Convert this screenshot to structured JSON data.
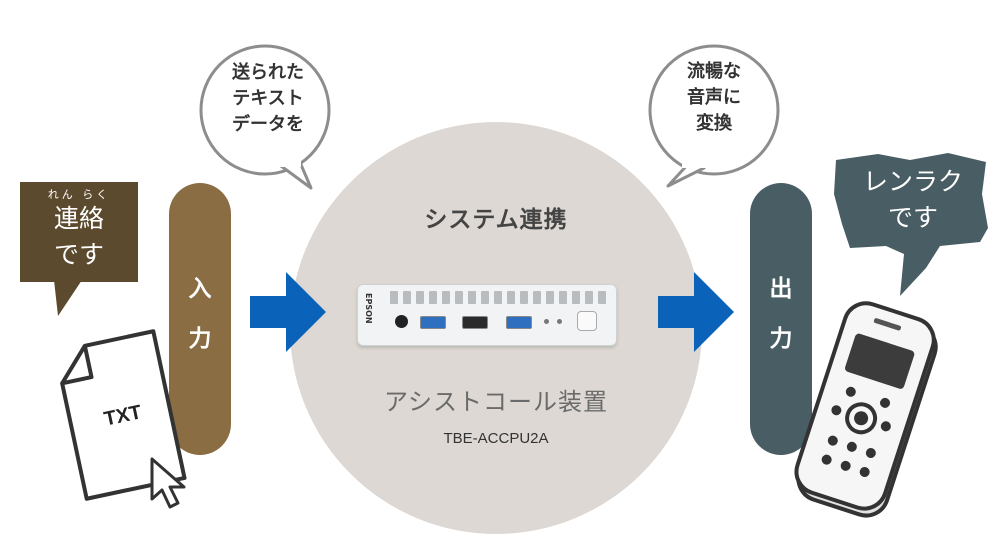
{
  "diagram": {
    "center": {
      "title": "システム連携",
      "device_name": "アシストコール装置",
      "device_model": "TBE-ACCPU2A",
      "device_brand": "EPSON"
    },
    "input": {
      "pill_chars": [
        "入",
        "力"
      ],
      "bubble_ruby": "れん らく",
      "bubble_lines": [
        "連絡",
        "です"
      ],
      "file_label": "TXT",
      "thought_lines": [
        "送られた",
        "テキスト",
        "データを"
      ]
    },
    "output": {
      "pill_chars": [
        "出",
        "力"
      ],
      "bubble_lines": [
        "レンラク",
        "です"
      ],
      "thought_lines": [
        "流暢な",
        "音声に",
        "変換"
      ]
    },
    "colors": {
      "input_brown": "#8a6d43",
      "input_dark": "#5b4a2e",
      "output_slate": "#495d65",
      "arrow_blue": "#0a63b8",
      "circle_bg": "#ddd8d3"
    }
  }
}
